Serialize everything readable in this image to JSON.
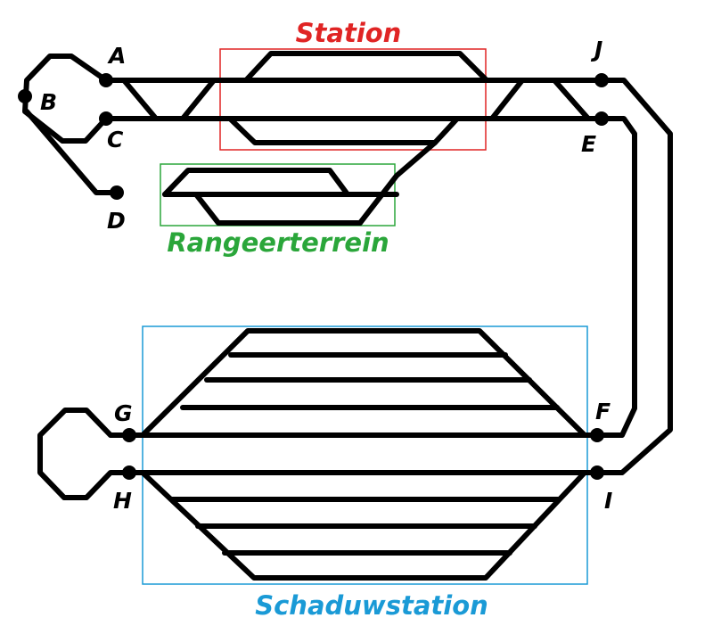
{
  "areas": {
    "station": {
      "label": "Station",
      "color": "#e02424"
    },
    "rangeerterrein": {
      "label": "Rangeerterrein",
      "color": "#2aa63a"
    },
    "schaduwstation": {
      "label": "Schaduwstation",
      "color": "#1a9ad6"
    }
  },
  "nodes": [
    {
      "id": "A",
      "label": "A"
    },
    {
      "id": "B",
      "label": "B"
    },
    {
      "id": "C",
      "label": "C"
    },
    {
      "id": "D",
      "label": "D"
    },
    {
      "id": "E",
      "label": "E"
    },
    {
      "id": "F",
      "label": "F"
    },
    {
      "id": "G",
      "label": "G"
    },
    {
      "id": "H",
      "label": "H"
    },
    {
      "id": "I",
      "label": "I"
    },
    {
      "id": "J",
      "label": "J"
    }
  ]
}
